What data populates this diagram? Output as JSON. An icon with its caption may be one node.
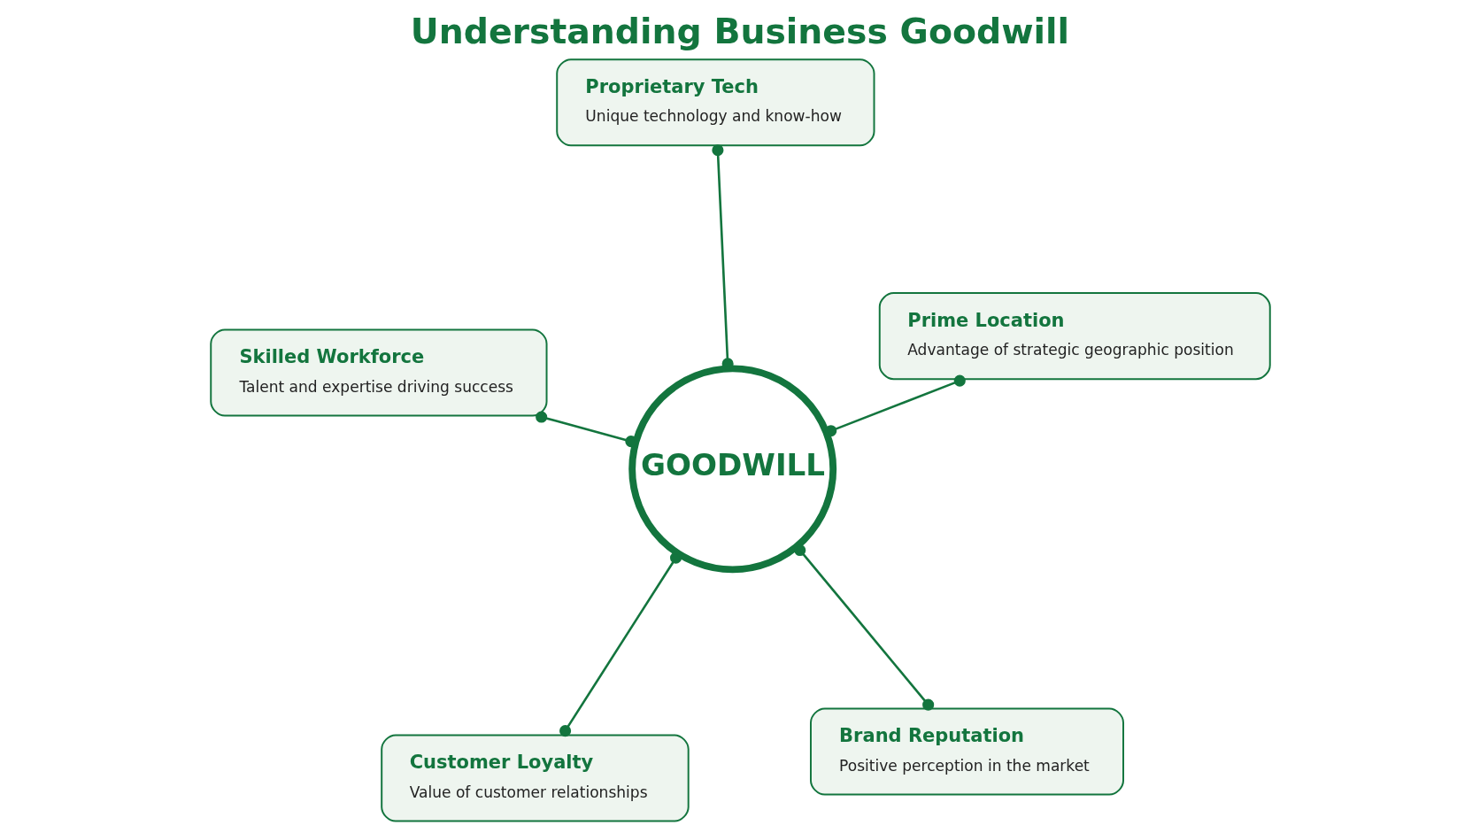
{
  "diagram": {
    "title": "Understanding Business Goodwill",
    "nodes": [
      {
        "text": [
          "GOODWILL"
        ]
      },
      {
        "text": [
          "Brand Reputation",
          "Positive perception in the market"
        ]
      },
      {
        "text": [
          "Customer Loyalty",
          "Value of customer relationships"
        ]
      },
      {
        "text": [
          "Skilled Workforce",
          "Talent and expertise driving success"
        ]
      },
      {
        "text": [
          "Prime Location",
          "Advantage of strategic geographic position"
        ]
      },
      {
        "text": [
          "Proprietary Tech",
          "Unique technology and know-how"
        ]
      }
    ],
    "edges": [
      {
        "from": 0,
        "to": 1,
        "arrow": "other"
      },
      {
        "from": 0,
        "to": 2,
        "arrow": "other"
      },
      {
        "from": 0,
        "to": 3,
        "arrow": "other"
      },
      {
        "from": 0,
        "to": 4,
        "arrow": "other"
      },
      {
        "from": 0,
        "to": 5,
        "arrow": "other"
      }
    ]
  }
}
